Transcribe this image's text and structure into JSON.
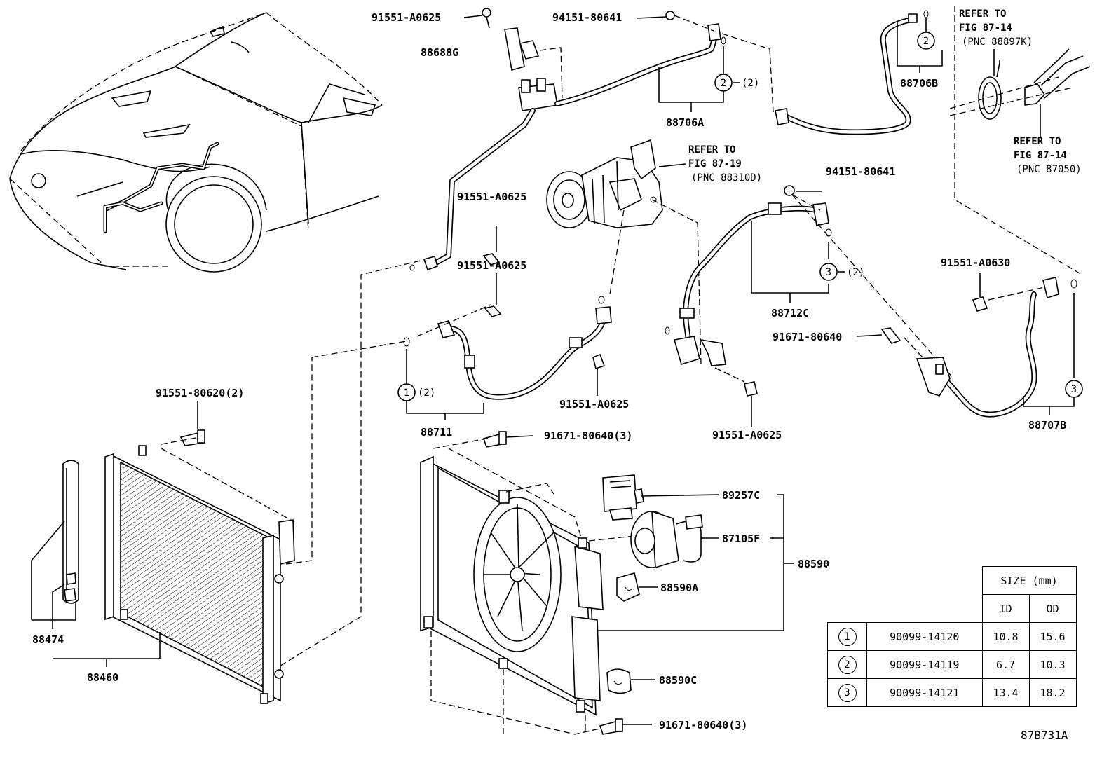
{
  "labels": {
    "bolt_top": "91551-A0625",
    "bolt_mid1": "91551-A0625",
    "bolt_mid2": "91551-A0625",
    "bolt_low": "91551-A0625",
    "bolt_right": "91551-A0625",
    "bolt_88707": "91551-A0630",
    "nut_top": "94151-80641",
    "nut_mid": "94151-80641",
    "bolt_91671_r": "91671-80640",
    "bolt_cond": "91551-80620(2)",
    "bolt_fan_top": "91671-80640(3)",
    "bolt_fan_bot": "91671-80640(3)",
    "p88688G": "88688G",
    "p88706A": "88706A",
    "p88706B": "88706B",
    "p88711": "88711",
    "p88712C": "88712C",
    "p88707B": "88707B",
    "p89257C": "89257C",
    "p87105F": "87105F",
    "p88590": "88590",
    "p88590A": "88590A",
    "p88590C": "88590C",
    "p88474": "88474",
    "p88460": "88460",
    "qty2": "(2)"
  },
  "callouts": {
    "c1": "1",
    "c2": "2",
    "c3": "3"
  },
  "refs": {
    "ref_compressor": [
      "REFER TO",
      "FIG 87-19",
      "(PNC 88310D)"
    ],
    "ref_88897K": [
      "REFER TO",
      "FIG 87-14",
      "(PNC 88897K)"
    ],
    "ref_87050": [
      "REFER TO",
      "FIG 87-14",
      "(PNC 87050)"
    ]
  },
  "size_table": {
    "header": "SIZE (mm)",
    "col_id": "ID",
    "col_od": "OD",
    "rows": [
      {
        "no": "1",
        "part": "90099-14120",
        "id": "10.8",
        "od": "15.6"
      },
      {
        "no": "2",
        "part": "90099-14119",
        "id": "6.7",
        "od": "10.3"
      },
      {
        "no": "3",
        "part": "90099-14121",
        "id": "13.4",
        "od": "18.2"
      }
    ]
  },
  "figure_code": "87B731A"
}
